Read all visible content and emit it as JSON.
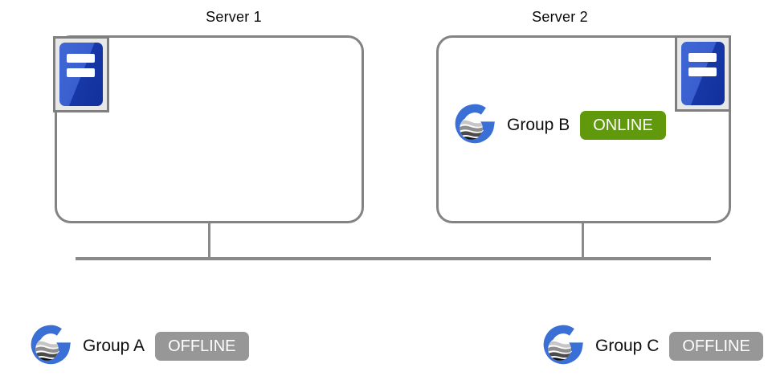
{
  "diagram": {
    "servers": [
      {
        "title": "Server 1",
        "icon": "server-tower-icon",
        "contains_groups": []
      },
      {
        "title": "Server 2",
        "icon": "server-tower-icon",
        "contains_groups": [
          "Group B"
        ]
      }
    ],
    "groups": [
      {
        "name": "Group A",
        "status": "OFFLINE",
        "placement": "bottom-left",
        "icon": "group-logo-icon"
      },
      {
        "name": "Group B",
        "status": "ONLINE",
        "placement": "inside-server-2",
        "icon": "group-logo-icon"
      },
      {
        "name": "Group C",
        "status": "OFFLINE",
        "placement": "bottom-right",
        "icon": "group-logo-icon"
      }
    ],
    "connections": {
      "description": "Server 1 and Server 2 connect by vertical lines to a shared horizontal bus line"
    },
    "colors": {
      "online_badge": "#609a0c",
      "offline_badge": "#979797",
      "server_border": "#838383",
      "connector_line": "#8a8a8a",
      "logo_blue": "#3a6fd6",
      "server_icon_blue_light": "#3f68d4",
      "server_icon_blue_dark": "#12309c",
      "server_icon_background": "#e8e8e8"
    }
  }
}
